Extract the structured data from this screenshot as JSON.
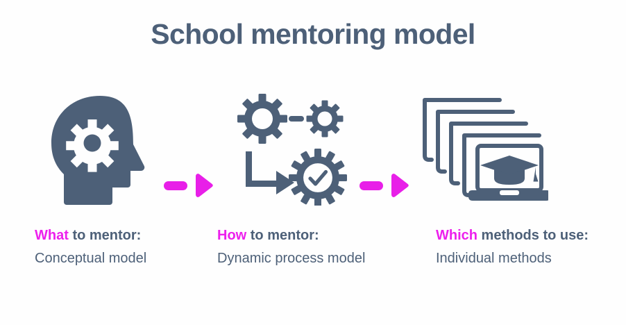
{
  "page": {
    "title": "School mentoring model",
    "background_color": "#fefefe",
    "slate_color": "#4d6078",
    "magenta_color": "#ed20ed"
  },
  "steps": [
    {
      "icon_name": "head-with-gear-icon",
      "keyword": "What",
      "question_rest": " to mentor:",
      "answer": "Conceptual model"
    },
    {
      "icon_name": "gears-process-icon",
      "keyword": "How",
      "question_rest": " to mentor:",
      "answer": "Dynamic process model"
    },
    {
      "icon_name": "laptop-stack-graduation-icon",
      "keyword": "Which",
      "question_rest": " methods to use:",
      "answer": "Individual methods"
    }
  ],
  "connectors": [
    {
      "name": "arrow-right-1"
    },
    {
      "name": "arrow-right-2"
    }
  ]
}
